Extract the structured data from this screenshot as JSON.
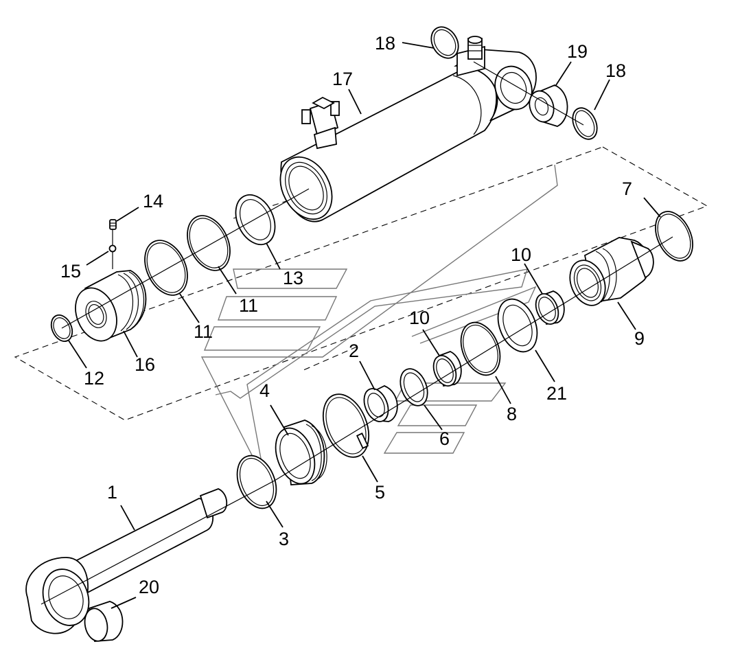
{
  "callouts": {
    "c1": "1",
    "c2": "2",
    "c3": "3",
    "c4": "4",
    "c5": "5",
    "c6": "6",
    "c7": "7",
    "c8": "8",
    "c9": "9",
    "c10a": "10",
    "c10b": "10",
    "c11a": "11",
    "c11b": "11",
    "c12": "12",
    "c13": "13",
    "c14": "14",
    "c15": "15",
    "c16": "16",
    "c17": "17",
    "c18a": "18",
    "c18b": "18",
    "c19": "19",
    "c20": "20",
    "c21": "21"
  }
}
